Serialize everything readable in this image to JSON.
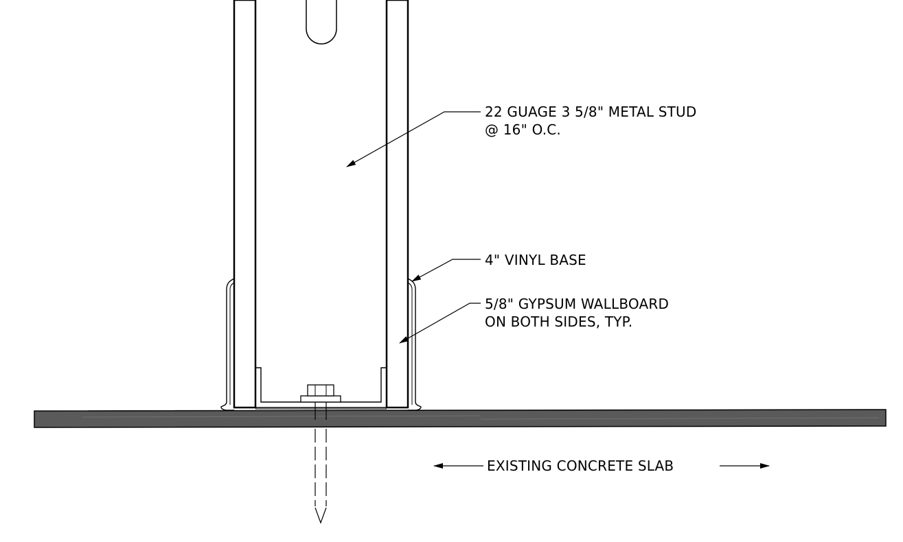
{
  "drawing": {
    "colors": {
      "line": "#000000",
      "slab_fill": "#5a5a5a",
      "background": "#ffffff"
    },
    "callouts": {
      "stud": {
        "line1": "22 GUAGE 3 5/8\" METAL STUD",
        "line2": "@ 16\" O.C."
      },
      "base": {
        "line1": "4\" VINYL BASE"
      },
      "gypsum": {
        "line1": "5/8\" GYPSUM WALLBOARD",
        "line2": "ON BOTH SIDES, TYP."
      },
      "slab": {
        "line1": "EXISTING CONCRETE SLAB"
      }
    }
  }
}
